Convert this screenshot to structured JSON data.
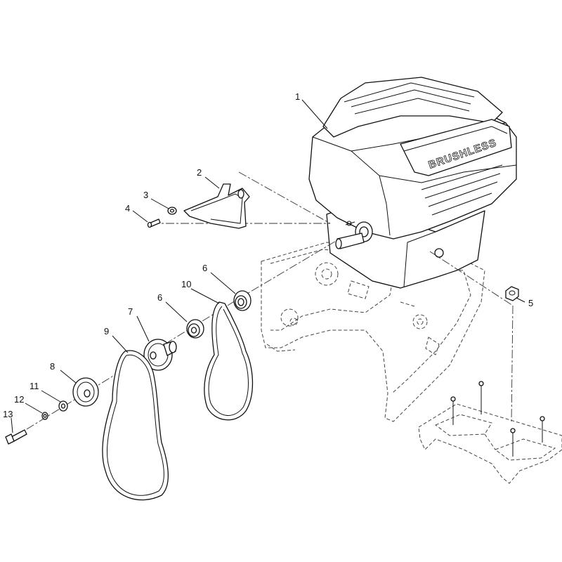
{
  "diagram": {
    "brand_text": "BRUSHLESS",
    "callouts": [
      "1",
      "2",
      "3",
      "4",
      "5",
      "6",
      "6",
      "7",
      "8",
      "9",
      "10",
      "11",
      "12",
      "13"
    ]
  }
}
